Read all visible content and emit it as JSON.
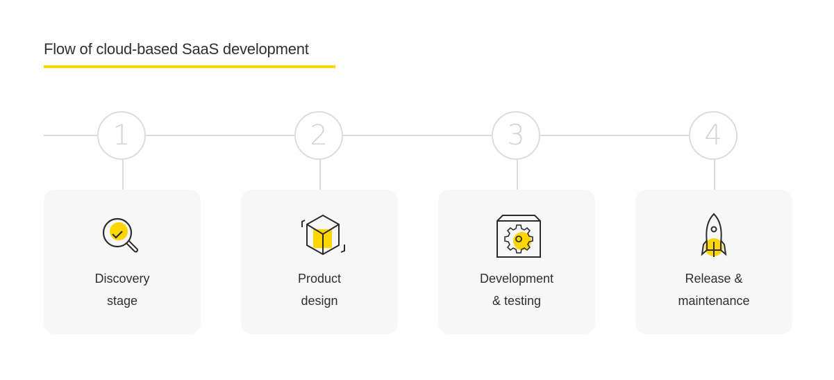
{
  "title": "Flow of cloud-based SaaS development",
  "colors": {
    "accent": "#ffd600",
    "line": "#dcdcdc",
    "card_bg": "#f7f7f7",
    "text": "#2f2f2f",
    "icon_stroke": "#2b2b2b"
  },
  "steps": [
    {
      "number": "1",
      "icon": "magnifier-check-icon",
      "label_line1": "Discovery",
      "label_line2": "stage"
    },
    {
      "number": "2",
      "icon": "cube-icon",
      "label_line1": "Product",
      "label_line2": "design"
    },
    {
      "number": "3",
      "icon": "box-gear-icon",
      "label_line1": "Development",
      "label_line2": "& testing"
    },
    {
      "number": "4",
      "icon": "rocket-icon",
      "label_line1": "Release &",
      "label_line2": "maintenance"
    }
  ]
}
